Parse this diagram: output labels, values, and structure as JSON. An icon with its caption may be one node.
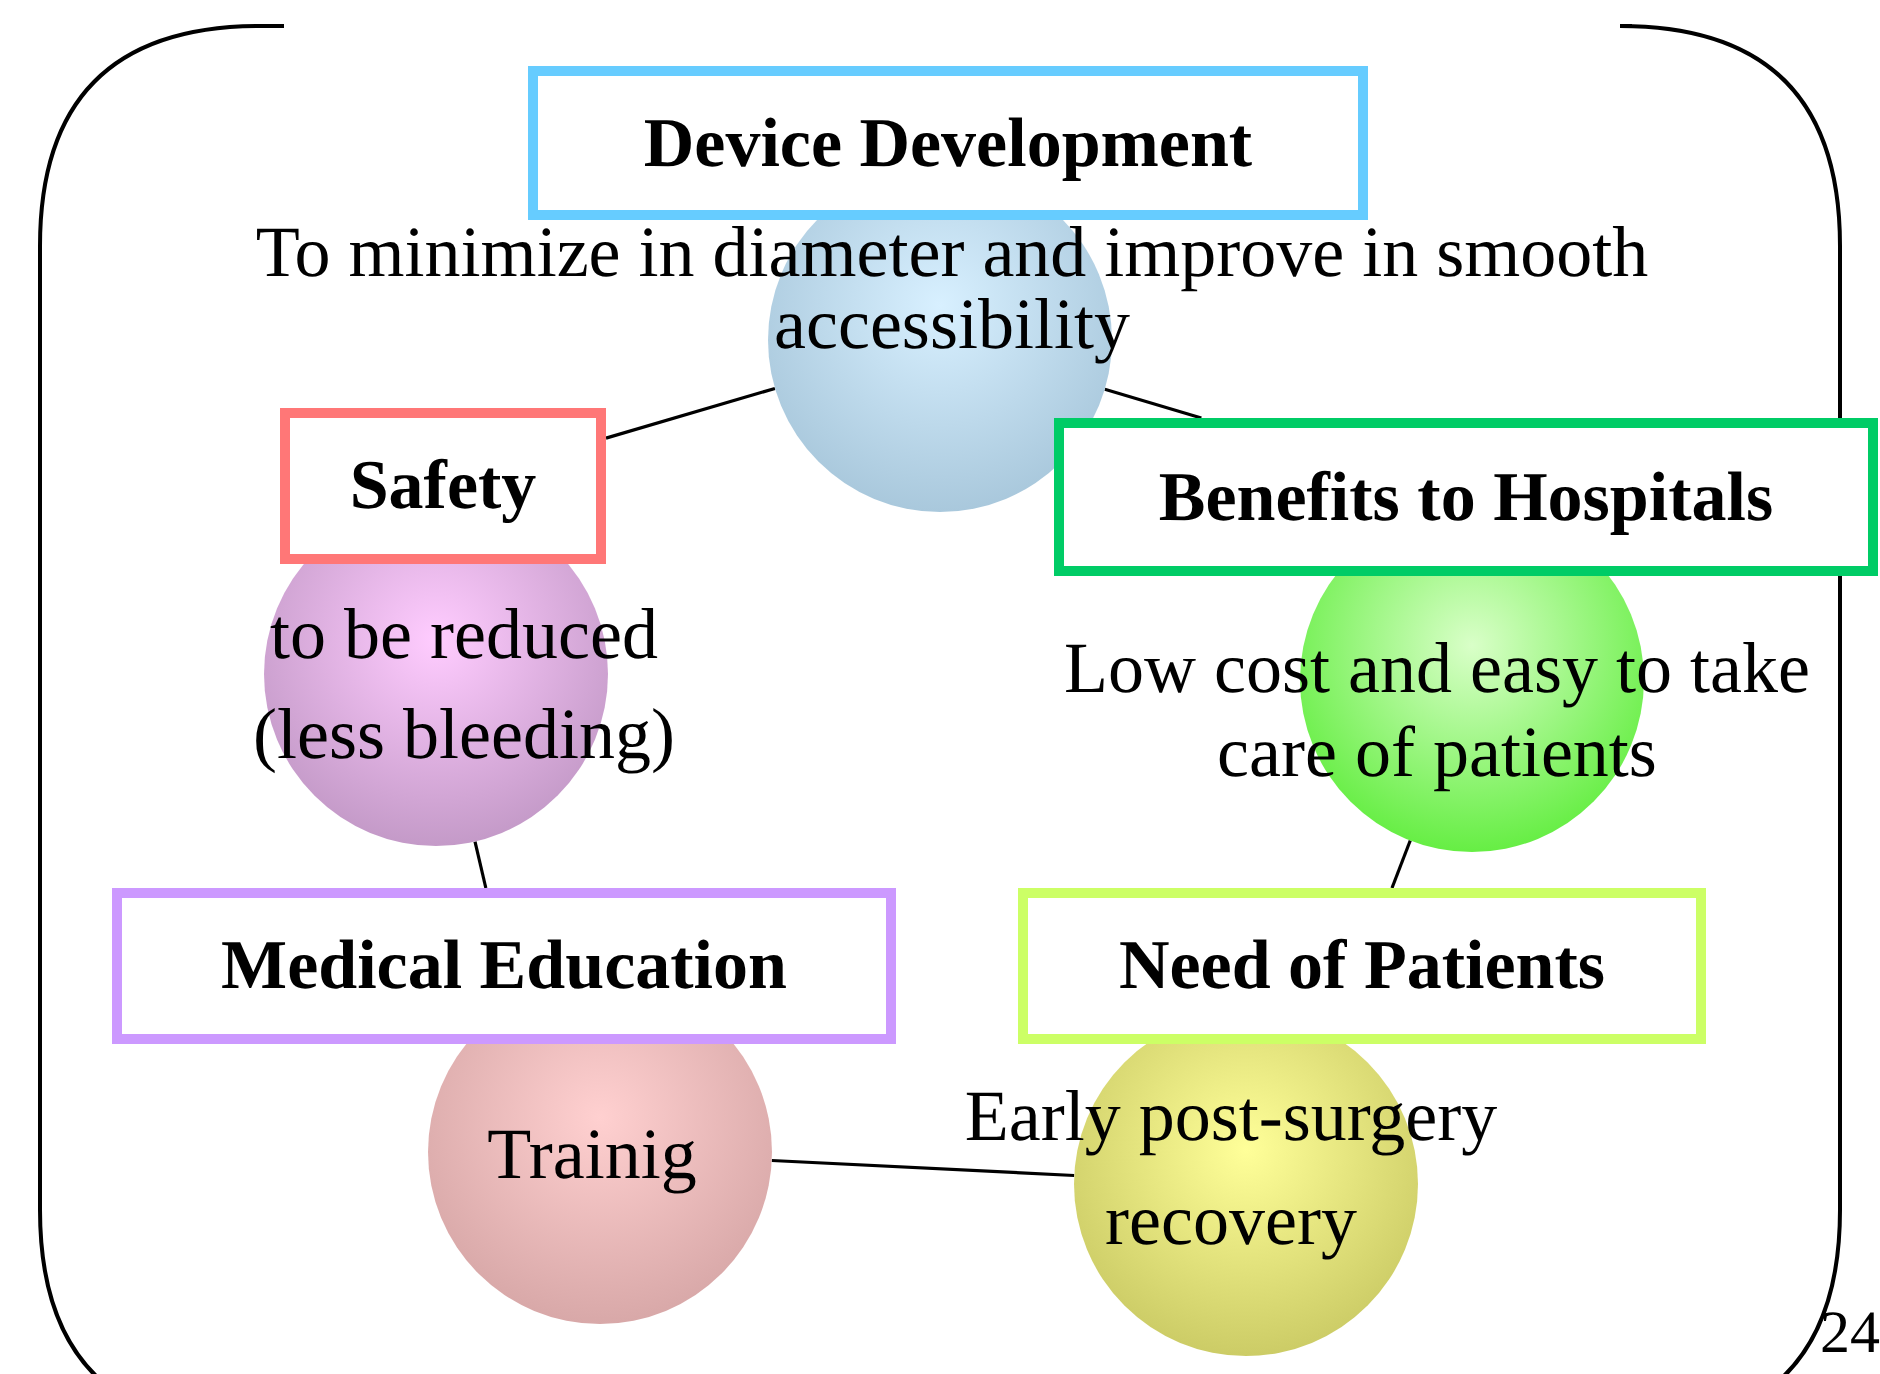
{
  "diagram": {
    "nodes": [
      {
        "text": [
          "Device Development"
        ]
      },
      {
        "text": [
          "To minimize in diameter and improve in smooth accessibility"
        ]
      },
      {
        "text": [
          "Safety"
        ]
      },
      {
        "text": [
          "to be reduced (less bleeding)"
        ]
      },
      {
        "text": [
          "Benefits to Hospitals"
        ]
      },
      {
        "text": [
          "Low cost and easy to take care of patients"
        ]
      },
      {
        "text": [
          "Medical Education"
        ]
      },
      {
        "text": [
          "Trainig"
        ]
      },
      {
        "text": [
          "Need of Patients"
        ]
      },
      {
        "text": [
          "Early post-surgery recovery"
        ]
      }
    ],
    "edges": [
      {
        "from": 1,
        "to": 2,
        "arrow": "none"
      },
      {
        "from": 1,
        "to": 4,
        "arrow": "none"
      },
      {
        "from": 3,
        "to": 6,
        "arrow": "none"
      },
      {
        "from": 5,
        "to": 8,
        "arrow": "none"
      },
      {
        "from": 7,
        "to": 9,
        "arrow": "none"
      }
    ],
    "labels": [
      "24"
    ]
  }
}
